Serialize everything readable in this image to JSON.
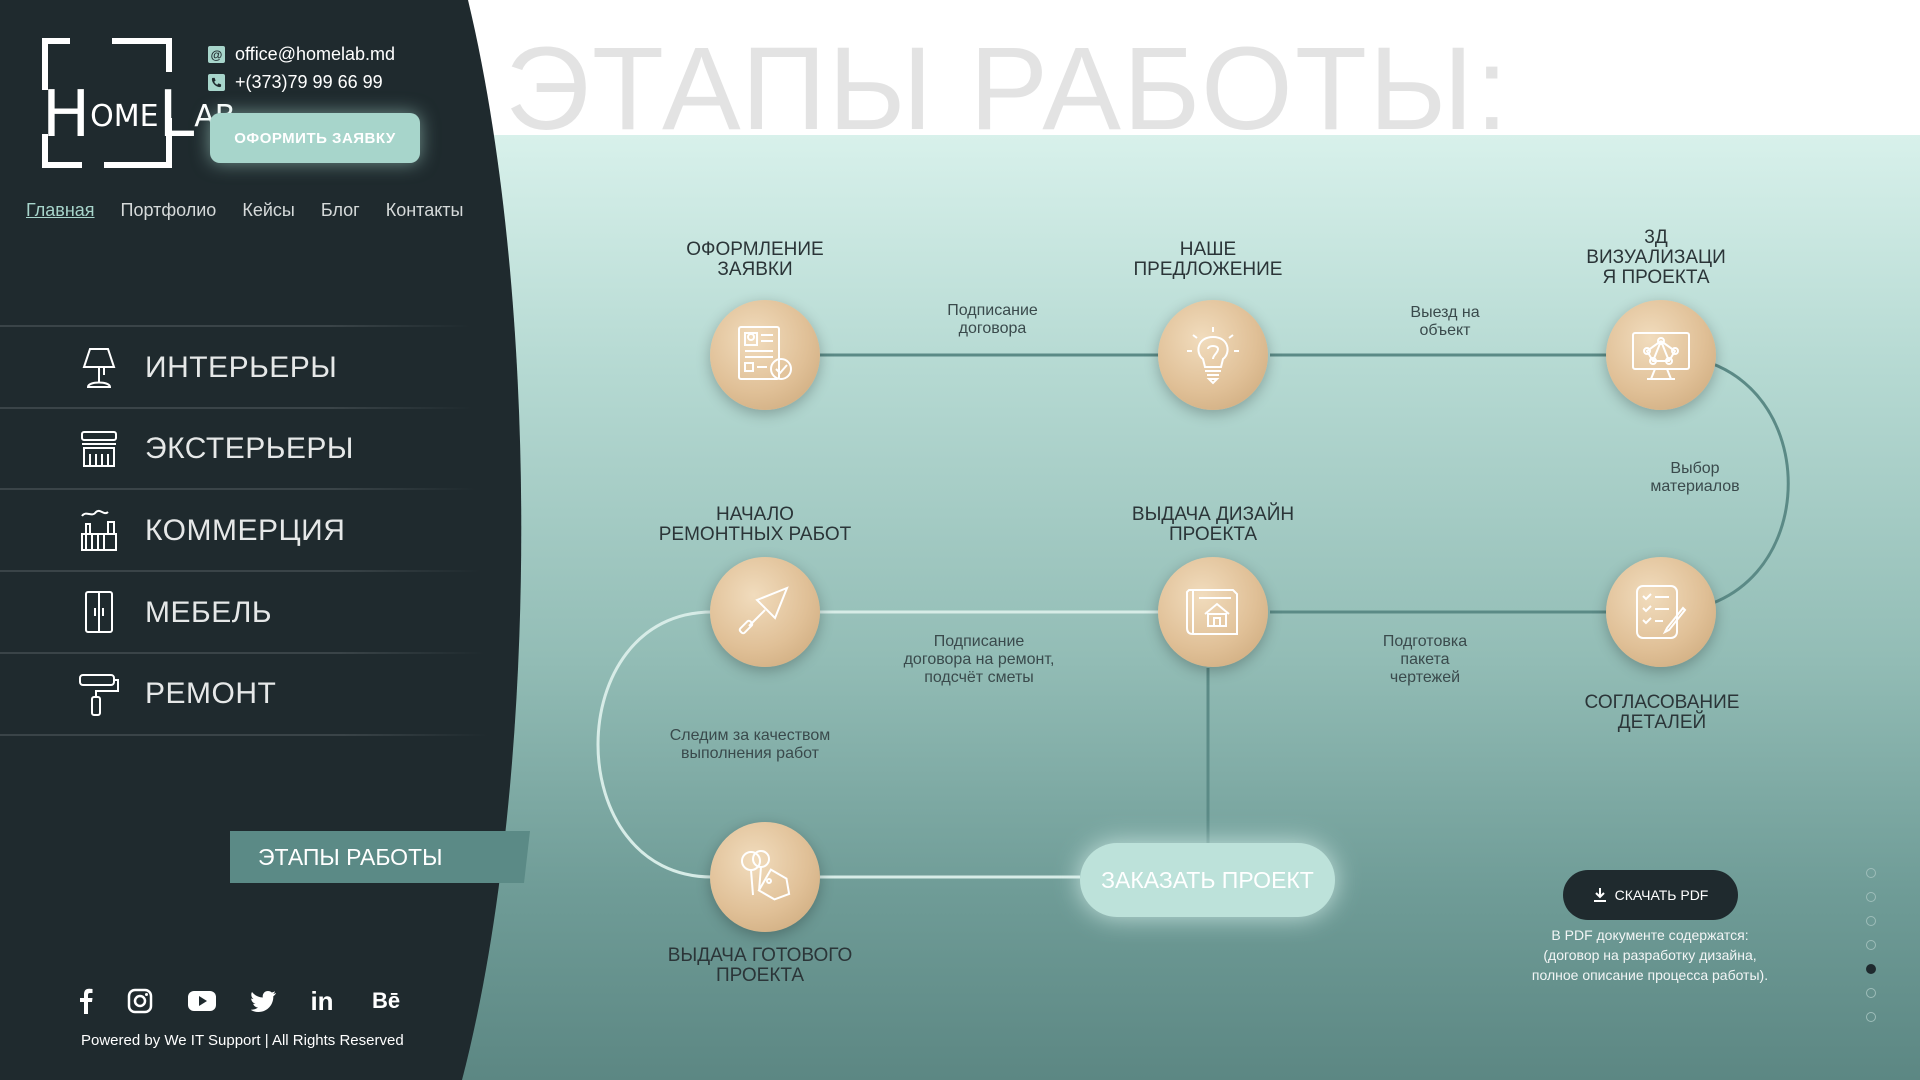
{
  "page": {
    "title": "ЭТАПЫ РАБОТЫ:"
  },
  "brand": {
    "logo_big_h": "H",
    "logo_mid1": "OME",
    "logo_big_l": "L",
    "logo_mid2": "AB"
  },
  "contacts": {
    "email": "office@homelab.md",
    "phone": "+(373)79 99 66 99",
    "email_icon": "at-icon",
    "phone_icon": "phone-icon"
  },
  "order_button": "ОФОРМИТЬ ЗАЯВКУ",
  "nav": [
    {
      "label": "Главная",
      "active": true
    },
    {
      "label": "Портфолио"
    },
    {
      "label": "Кейсы"
    },
    {
      "label": "Блог"
    },
    {
      "label": "Контакты"
    }
  ],
  "categories": [
    {
      "label": "ИНТЕРЬЕРЫ",
      "icon": "lamp-icon"
    },
    {
      "label": "ЭКСТЕРЬЕРЫ",
      "icon": "building-facade-icon"
    },
    {
      "label": "КОММЕРЦИЯ",
      "icon": "factory-icon"
    },
    {
      "label": "МЕБЕЛЬ",
      "icon": "wardrobe-icon"
    },
    {
      "label": "РЕМОНТ",
      "icon": "paint-roller-icon"
    }
  ],
  "stages_tab": "ЭТАПЫ РАБОТЫ",
  "social": [
    "facebook-icon",
    "instagram-icon",
    "youtube-icon",
    "twitter-icon",
    "linkedin-icon",
    "behance-icon"
  ],
  "social_text": {
    "linkedin": "in",
    "behance": "Bē"
  },
  "footer": "Powered by We IT Support | All Rights Reserved",
  "steps": [
    {
      "label_lines": [
        "ОФОРМЛЕНИЕ",
        "ЗАЯВКИ"
      ],
      "icon": "application-form-icon"
    },
    {
      "label_lines": [
        "НАШЕ",
        "ПРЕДЛОЖЕНИЕ"
      ],
      "icon": "lightbulb-icon"
    },
    {
      "label_lines": [
        "3Д",
        "ВИЗУАЛИЗАЦИ",
        "Я ПРОЕКТА"
      ],
      "icon": "monitor-network-icon"
    },
    {
      "label_lines": [
        "НАЧАЛО",
        "РЕМОНТНЫХ РАБОТ"
      ],
      "icon": "trowel-icon"
    },
    {
      "label_lines": [
        "ВЫДАЧА ДИЗАЙН",
        "ПРОЕКТА"
      ],
      "icon": "blueprint-house-icon"
    },
    {
      "label_lines": [
        "СОГЛАСОВАНИЕ",
        "ДЕТАЛЕЙ"
      ],
      "icon": "checklist-pen-icon"
    },
    {
      "label_lines": [
        "ВЫДАЧА ГОТОВОГО",
        "ПРОЕКТА"
      ],
      "icon": "keys-tag-icon"
    }
  ],
  "connectors": [
    {
      "lines": [
        "Подписание",
        "договора"
      ]
    },
    {
      "lines": [
        "Выезд на",
        "объект"
      ]
    },
    {
      "lines": [
        "Выбор",
        "материалов"
      ]
    },
    {
      "lines": [
        "Подписание",
        "договора на ремонт,",
        "подсчёт сметы"
      ]
    },
    {
      "lines": [
        "Подготовка",
        "пакета",
        "чертежей"
      ]
    },
    {
      "lines": [
        "Следим за качеством",
        "выполнения работ"
      ]
    }
  ],
  "project_button": "ЗАКАЗАТЬ ПРОЕКТ",
  "pdf_button": "СКАЧАТЬ PDF",
  "pdf_icon": "download-icon",
  "pdf_note": [
    "В  PDF документе содержатся:",
    "(договор на разработку дизайна,",
    "полное описание процесса работы)."
  ],
  "pagination": {
    "total": 7,
    "active_index": 4
  },
  "colors": {
    "sidebar": "#1f2a2e",
    "accent": "#a7d5cb",
    "tab": "#5b8a86",
    "gold": "#e0c097"
  }
}
